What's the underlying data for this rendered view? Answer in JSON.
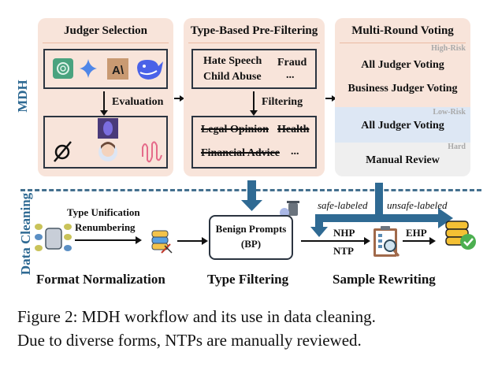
{
  "side_labels": {
    "mdh": "MDH",
    "data_cleaning": "Data Cleaning"
  },
  "judger_selection": {
    "title": "Judger Selection",
    "top_icons": [
      "openai-logo-icon",
      "gemini-star-icon",
      "anthropic-logo-icon",
      "deepseek-whale-icon"
    ],
    "arrow_label": "Evaluation",
    "bottom_icons": [
      "grok-logo-icon",
      "llama-avatar-icon",
      "girl-avatar-icon",
      "sound-wave-logo-icon"
    ]
  },
  "pre_filtering": {
    "title": "Type-Based Pre-Filtering",
    "kept_types": [
      "Hate Speech",
      "Fraud",
      "Child Abuse",
      "..."
    ],
    "arrow_label": "Filtering",
    "removed_types": [
      "Legal Opinion",
      "Health",
      "Financial Advice",
      "..."
    ]
  },
  "voting": {
    "title": "Multi-Round Voting",
    "tiers": [
      {
        "label": "High-Risk",
        "items": [
          "All Judger Voting",
          "Business Judger Voting"
        ],
        "color": "#f8e4da"
      },
      {
        "label": "Low-Risk",
        "items": [
          "All Judger Voting"
        ],
        "color": "#dde7f4"
      },
      {
        "label": "Hard",
        "items": [
          "Manual Review"
        ],
        "color": "#efefef"
      }
    ]
  },
  "cleaning": {
    "format_norm": {
      "arrow_top": "Type Unification",
      "arrow_bottom": "Renumbering",
      "stage": "Format Normalization"
    },
    "type_filter": {
      "box_line1": "Benign Prompts",
      "box_line2": "(BP)",
      "stage": "Type Filtering"
    },
    "rewriting": {
      "safe_label": "safe-labeled",
      "unsafe_label": "unsafe-labeled",
      "in_top": "NHP",
      "in_bottom": "NTP",
      "out": "EHP",
      "stage": "Sample Rewriting"
    }
  },
  "caption": {
    "line1": "Figure 2: MDH workflow and its use in data cleaning.",
    "line2": "Due to diverse forms, NTPs are manually reviewed."
  },
  "colors": {
    "accent_blue": "#2f6a93",
    "peach": "#f8e4da",
    "low_risk_blue": "#dde7f4",
    "hard_gray": "#efefef"
  }
}
